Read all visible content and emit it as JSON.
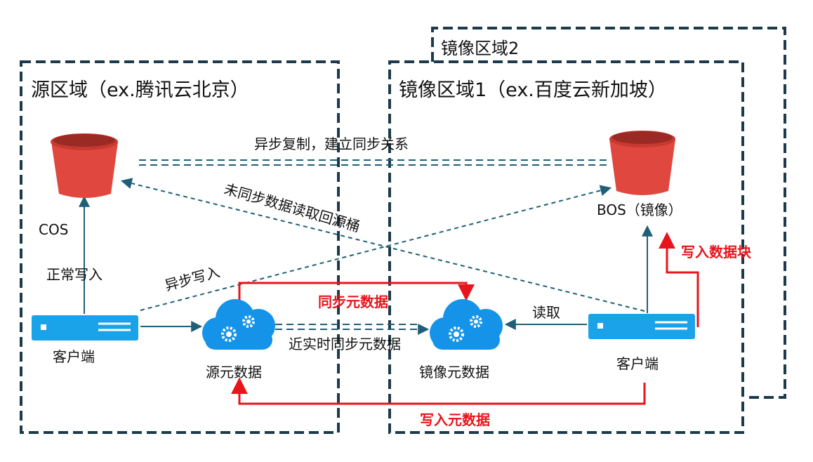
{
  "regions": {
    "source_title": "源区域（ex.腾讯云北京）",
    "mirror1_title": "镜像区域1（ex.百度云新加坡）",
    "mirror2_title": "镜像区域2"
  },
  "nodes": {
    "cos_label": "COS",
    "bos_label": "BOS（镜像）",
    "left_client_label": "客户端",
    "right_client_label": "客户端",
    "source_meta_label": "源元数据",
    "mirror_meta_label": "镜像元数据"
  },
  "edges": {
    "async_replicate": "异步复制，建立同步关系",
    "unsynced_read_back": "未同步数据读取回源桶",
    "normal_write": "正常写入",
    "async_write": "异步写入",
    "sync_metadata": "同步元数据",
    "near_realtime_sync": "近实时同步元数据",
    "read": "读取",
    "write_data_block": "写入数据块",
    "write_metadata": "写入元数据"
  },
  "colors": {
    "region_border": "#1c3a4a",
    "bucket": "#e0483f",
    "server": "#1aa3e8",
    "cloud": "#1493e8",
    "arrow": "#1f5f77",
    "accent_red": "#e8141b"
  }
}
